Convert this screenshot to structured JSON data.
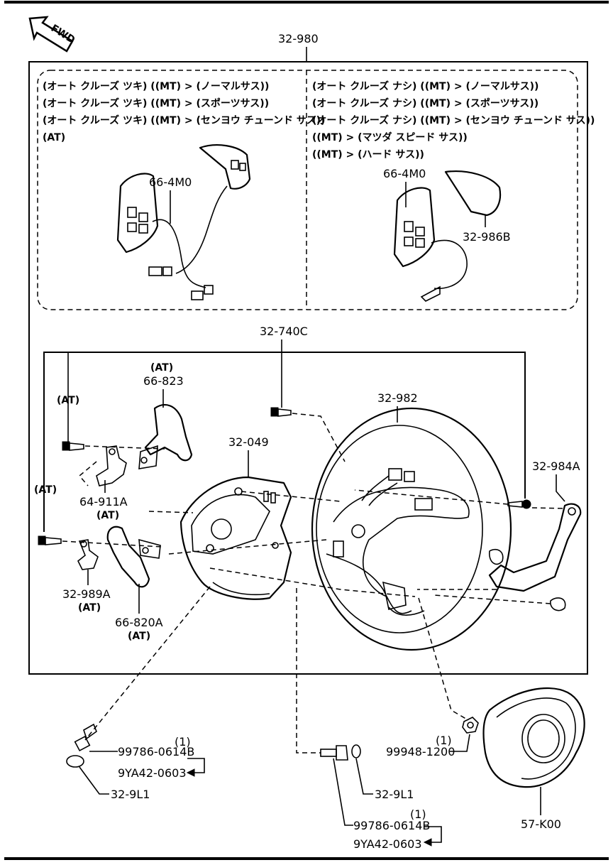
{
  "fwd_label": "FWD",
  "box_label": "32-980",
  "left_variants": [
    "(オート クルーズ ツキ) ((MT) > (ノーマルサス))",
    "(オート クルーズ ツキ) ((MT) > (スポーツサス))",
    "(オート クルーズ ツキ) ((MT) > (センヨウ チューンド サス))",
    "(AT)"
  ],
  "right_variants": [
    "(オート クルーズ ナシ) ((MT) > (ノーマルサス))",
    "(オート クルーズ ナシ) ((MT) > (スポーツサス))",
    "(オート クルーズ ナシ) ((MT) > (センヨウ チューンド サス))",
    "((MT) > (マツダ スピード サス))",
    "((MT) > (ハード サス))"
  ],
  "parts": {
    "switch_left": "66-4M0",
    "switch_right": "66-4M0",
    "cover_right": "32-986B",
    "screw_top": "32-740C",
    "wheel": "32-982",
    "bracket_right": "32-984A",
    "rear_cover": "32-049",
    "paddle_up_note": "(AT)",
    "paddle_up": "66-823",
    "bracket_upper": "64-911A",
    "bracket_upper_note": "(AT)",
    "bolt_upper_note": "(AT)",
    "bolt_lower_note": "(AT)",
    "bracket_lower": "32-989A",
    "bracket_lower_note": "(AT)",
    "paddle_down": "66-820A",
    "paddle_down_note": "(AT)",
    "bolt_a": "99786-0614B",
    "bolt_a_qty": "(1)",
    "bolt_a_alt": "9YA42-0603",
    "cap_a": "32-9L1",
    "bolt_b": "99786-0614B",
    "bolt_b_qty": "(1)",
    "bolt_b_alt": "9YA42-0603",
    "cap_b": "32-9L1",
    "nut": "99948-1200",
    "nut_qty": "(1)",
    "airbag": "57-K00"
  },
  "colors": {
    "ink": "#000000",
    "paper": "#ffffff"
  }
}
